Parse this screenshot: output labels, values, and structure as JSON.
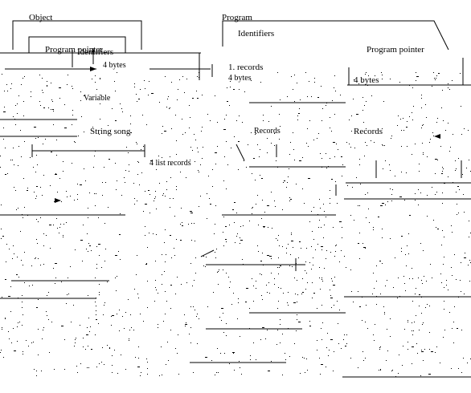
{
  "diagram": {
    "object_label": "Object",
    "program_label": "Program",
    "program_pointer_left": "Program pointer",
    "identifiers_left": "Identifiers",
    "identifiers_right": "Identifiers",
    "program_pointer_right": "Program pointer",
    "records_1": "1. records",
    "bytes_4a": "4 bytes",
    "bytes_4b": "4 bytes",
    "bytes_4c": "4 bytes",
    "variable": "Variable",
    "string_song": "String song",
    "records_2": "Records",
    "records_3": "Records",
    "list_records": "4 list records"
  }
}
